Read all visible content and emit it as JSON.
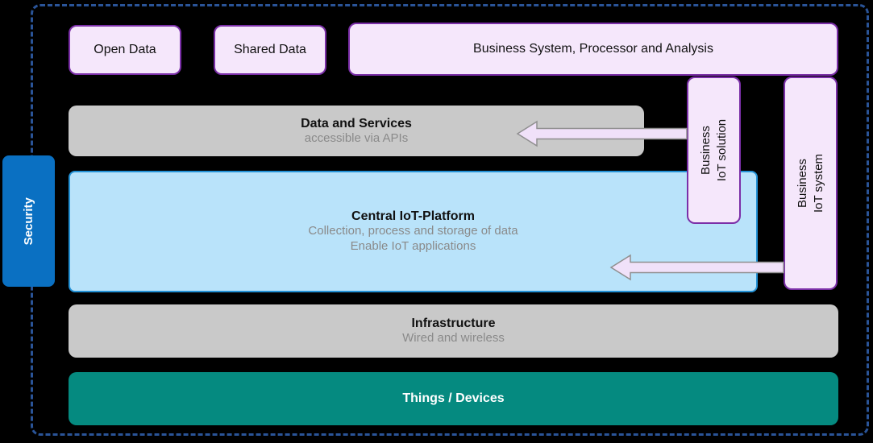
{
  "diagram": {
    "security_label": "Security",
    "top_row": {
      "open_data": "Open Data",
      "shared_data": "Shared Data",
      "business_system": "Business System, Processor and Analysis"
    },
    "layers": {
      "data_services": {
        "title": "Data and Services",
        "subtitle": "accessible via APIs"
      },
      "central_platform": {
        "title": "Central IoT-Platform",
        "subtitle1": "Collection, process and storage of data",
        "subtitle2": "Enable IoT applications"
      },
      "infrastructure": {
        "title": "Infrastructure",
        "subtitle": "Wired and wireless"
      },
      "things": {
        "title": "Things / Devices"
      }
    },
    "vertical_boxes": {
      "solution": {
        "line1": "Business",
        "line2": "IoT solution"
      },
      "system": {
        "line1": "Business",
        "line2": "IoT system"
      }
    },
    "colors": {
      "background": "#000000",
      "frame_dash": "#2a5498",
      "security_fill": "#0a70c2",
      "pink_fill": "#f5e7fb",
      "pink_border": "#7b2fa8",
      "gray_fill": "#c9c9c9",
      "blue_fill": "#b9e3fa",
      "blue_border": "#2492d6",
      "teal_fill": "#058a80",
      "arrow_fill": "#f0e1f9",
      "arrow_border": "#8f8f8f",
      "subtitle_gray": "#8a8a8a"
    }
  }
}
